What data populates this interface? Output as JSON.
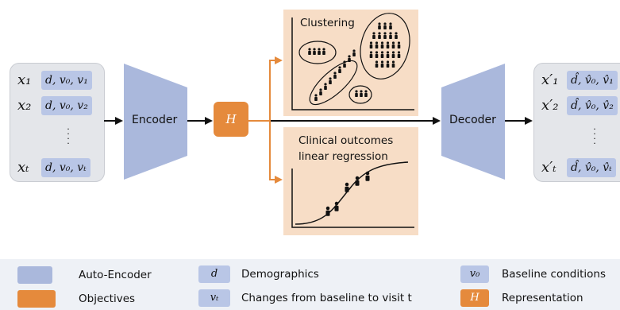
{
  "input": {
    "rows": [
      {
        "x": "x₁",
        "features": "d, v₀, v₁"
      },
      {
        "x": "x₂",
        "features": "d, v₀, v₂"
      },
      {
        "x": "xₜ",
        "features": "d, v₀, vₜ"
      }
    ],
    "ellipsis": "⋮"
  },
  "output": {
    "rows": [
      {
        "x": "x′₁",
        "features": "d̂, v̂₀, v̂₁"
      },
      {
        "x": "x′₂",
        "features": "d̂, v̂₀, v̂₂"
      },
      {
        "x": "x′ₜ",
        "features": "d̂, v̂₀, v̂ₜ"
      }
    ],
    "ellipsis": "⋮"
  },
  "encoder": {
    "label": "Encoder"
  },
  "decoder": {
    "label": "Decoder"
  },
  "representation": {
    "symbol": "H"
  },
  "clustering": {
    "title": "Clustering"
  },
  "regression": {
    "title_line1": "Clinical outcomes",
    "title_line2": "linear regression"
  },
  "legend": {
    "autoencoder": "Auto-Encoder",
    "objectives": "Objectives",
    "demographics_symbol": "d",
    "demographics": "Demographics",
    "changes_symbol": "vₜ",
    "changes": "Changes from baseline to visit t",
    "baseline_symbol": "v₀",
    "baseline": "Baseline conditions",
    "representation_symbol": "H",
    "representation": "Representation"
  },
  "colors": {
    "autoencoder": "#aab8dc",
    "objective": "#e58a3c",
    "objective_bg": "#f7ddc6",
    "feature": "#b9c6e6",
    "panel": "#e4e6ea"
  }
}
